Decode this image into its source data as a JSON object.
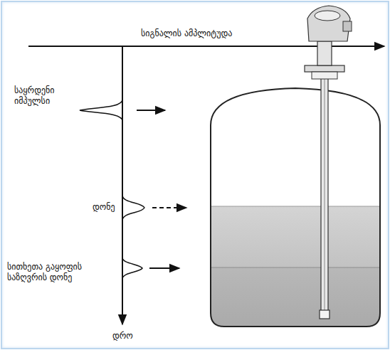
{
  "diagram": {
    "labels": [
      "სიგნალის ამპლიტუდა",
      "საყრდენი იმპულსი",
      "დონე",
      "სითხეთა გაყოფის საზღვრის დონე",
      "დრო"
    ]
  }
}
